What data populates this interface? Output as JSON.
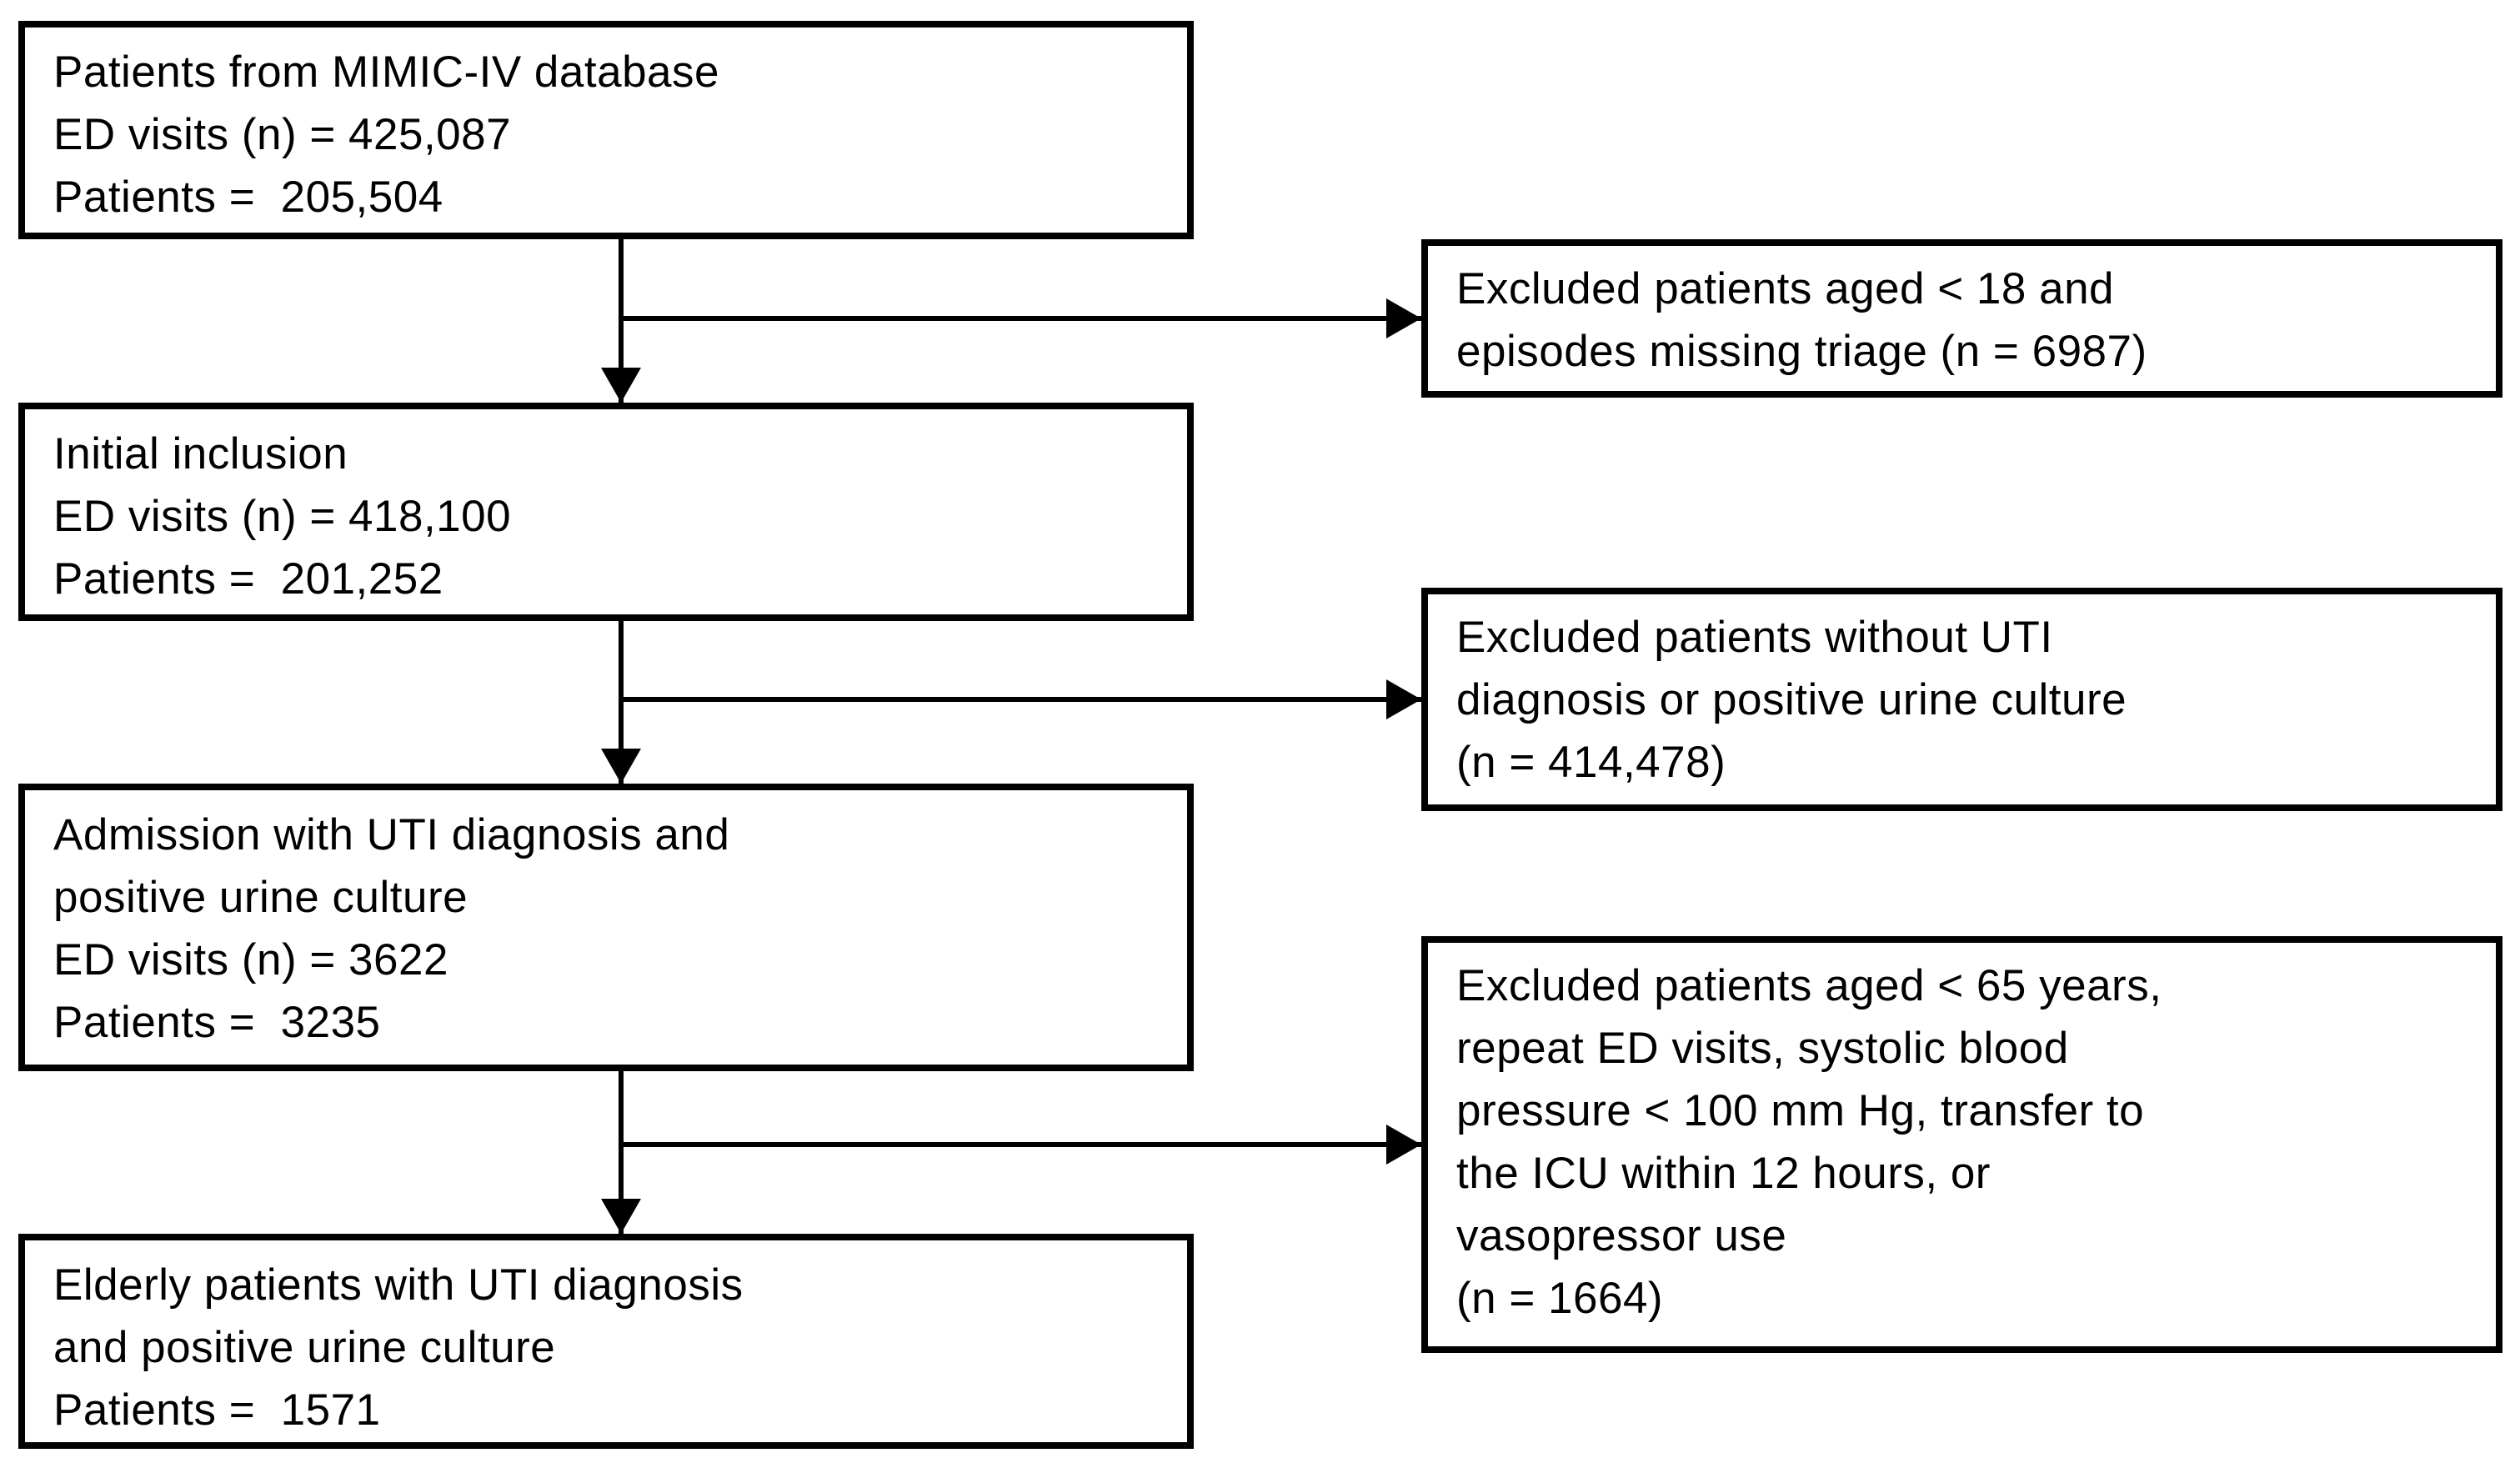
{
  "diagram": {
    "type": "patient-selection-flowchart",
    "background_color": "#ffffff",
    "line_color": "#000000",
    "main_boxes": [
      {
        "id": "mimic-database",
        "lines": [
          "Patients from MIMIC-IV database",
          "ED visits (n) = 425,087",
          "Patients =  205,504"
        ]
      },
      {
        "id": "initial-inclusion",
        "lines": [
          "Initial inclusion",
          "ED visits (n) = 418,100",
          "Patients =  201,252"
        ]
      },
      {
        "id": "uti-admission",
        "lines": [
          "Admission with UTI diagnosis and",
          "positive urine culture",
          "ED visits (n) = 3622",
          "Patients =  3235"
        ]
      },
      {
        "id": "elderly-final",
        "lines": [
          "Elderly patients with UTI diagnosis",
          "and positive urine culture",
          "Patients =  1571"
        ]
      }
    ],
    "exclusion_boxes": [
      {
        "id": "excluded-age-triage",
        "lines": [
          "Excluded patients aged < 18 and",
          "episodes missing triage (n = 6987)"
        ]
      },
      {
        "id": "excluded-no-uti",
        "lines": [
          "Excluded patients without UTI",
          "diagnosis or positive urine culture",
          "(n = 414,478)"
        ]
      },
      {
        "id": "excluded-elderly-criteria",
        "lines": [
          "Excluded patients aged < 65 years,",
          "repeat ED visits, systolic blood",
          "pressure < 100 mm Hg, transfer to",
          "the ICU within 12 hours, or",
          "vasopressor use",
          "(n = 1664)"
        ]
      }
    ]
  }
}
